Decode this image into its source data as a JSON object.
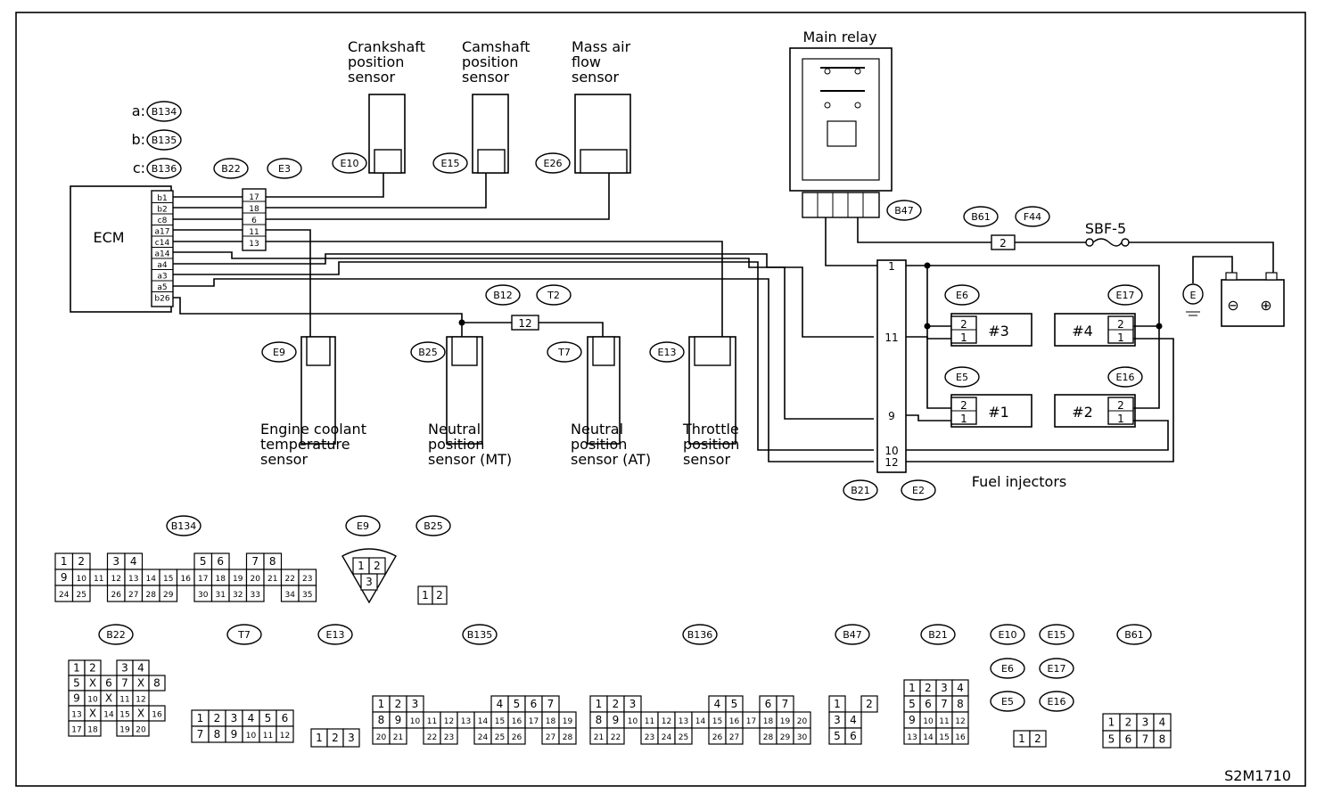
{
  "diagram_id": "S2M1710",
  "ecm": {
    "label": "ECM",
    "key": [
      "a:",
      "b:",
      "c:"
    ],
    "key_refs": [
      "B134",
      "B135",
      "B136"
    ],
    "pins": [
      "b1",
      "b2",
      "c8",
      "a17",
      "c14",
      "a14",
      "a4",
      "a3",
      "a5",
      "b26"
    ]
  },
  "connectors_top": [
    "B22",
    "E3"
  ],
  "relay_box_pins": [
    "17",
    "18",
    "6",
    "11",
    "13"
  ],
  "sensors": {
    "crankshaft": {
      "label": [
        "Crankshaft",
        "position",
        "sensor"
      ],
      "conn": "E10"
    },
    "camshaft": {
      "label": [
        "Camshaft",
        "position",
        "sensor"
      ],
      "conn": "E15"
    },
    "maf": {
      "label": [
        "Mass air",
        "flow",
        "sensor"
      ],
      "conn": "E26"
    },
    "ect": {
      "label": [
        "Engine coolant",
        "temperature",
        "sensor"
      ],
      "conn": "E9"
    },
    "np_mt": {
      "label": [
        "Neutral",
        "position",
        "sensor (MT)"
      ],
      "conn": "B25"
    },
    "np_at": {
      "label": [
        "Neutral",
        "position",
        "sensor (AT)"
      ],
      "conn": "T7"
    },
    "tps": {
      "label": [
        "Throttle",
        "position",
        "sensor"
      ],
      "conn": "E13"
    }
  },
  "mid_connectors": [
    "B12",
    "T2"
  ],
  "mid_connector_pin": "12",
  "main_relay": {
    "label": "Main relay",
    "conn": "B47"
  },
  "power": {
    "conns": [
      "B61",
      "F44"
    ],
    "pin": "2",
    "fuse": "SBF-5"
  },
  "battery": {
    "ground": "E",
    "minus": "⊖",
    "plus": "⊕"
  },
  "injectors": {
    "label": "Fuel injectors",
    "items": [
      {
        "name": "#3",
        "conn": "E6"
      },
      {
        "name": "#4",
        "conn": "E17"
      },
      {
        "name": "#1",
        "conn": "E5"
      },
      {
        "name": "#2",
        "conn": "E16"
      }
    ],
    "pin_top": "2",
    "pin_bottom": "1"
  },
  "joint": {
    "conns": [
      "B21",
      "E2"
    ],
    "pins": [
      "1",
      "11",
      "9",
      "10",
      "12"
    ]
  },
  "legend_row1": [
    "B134",
    "E9",
    "B25"
  ],
  "legend_row2": [
    "B22",
    "T7",
    "E13",
    "B135",
    "B136",
    "B47",
    "B21",
    "E10",
    "E15",
    "E6",
    "E17",
    "E5",
    "E16",
    "B61"
  ],
  "conn_b134": {
    "rows": [
      [
        "1",
        "2",
        "",
        "3",
        "4",
        "",
        "",
        "",
        "5",
        "6",
        "",
        "7",
        "8"
      ],
      [
        "9",
        "10",
        "11",
        "12",
        "13",
        "14",
        "15",
        "16",
        "17",
        "18",
        "19",
        "20",
        "21",
        "22",
        "23"
      ],
      [
        "24",
        "25",
        "",
        "26",
        "27",
        "28",
        "29",
        "",
        "30",
        "31",
        "32",
        "33",
        "",
        "34",
        "35"
      ]
    ]
  },
  "conn_e9": [
    "1",
    "2",
    "3"
  ],
  "conn_b25": [
    "1",
    "2"
  ],
  "conn_b22": {
    "rows": [
      [
        "1",
        "2",
        "",
        "3",
        "4"
      ],
      [
        "5",
        "X",
        "6",
        "7",
        "X",
        "8"
      ],
      [
        "9",
        "10",
        "X",
        "11",
        "12"
      ],
      [
        "13",
        "X",
        "14",
        "15",
        "X",
        "16"
      ],
      [
        "17",
        "18",
        "",
        "19",
        "20"
      ]
    ]
  },
  "conn_t7": {
    "rows": [
      [
        "1",
        "2",
        "3",
        "4",
        "5",
        "6"
      ],
      [
        "7",
        "8",
        "9",
        "10",
        "11",
        "12"
      ]
    ]
  },
  "conn_e13": [
    "1",
    "2",
    "3"
  ],
  "conn_b135": {
    "rows": [
      [
        "1",
        "2",
        "3",
        "",
        "",
        "",
        "",
        "4",
        "5",
        "6",
        "7"
      ],
      [
        "8",
        "9",
        "10",
        "11",
        "12",
        "13",
        "14",
        "15",
        "16",
        "17",
        "18",
        "19"
      ],
      [
        "20",
        "21",
        "",
        "22",
        "23",
        "",
        "24",
        "25",
        "26",
        "",
        "27",
        "28"
      ]
    ]
  },
  "conn_b136": {
    "rows": [
      [
        "1",
        "2",
        "3",
        "",
        "",
        "",
        "",
        "4",
        "5",
        "",
        "6",
        "7"
      ],
      [
        "8",
        "9",
        "10",
        "11",
        "12",
        "13",
        "14",
        "15",
        "16",
        "17",
        "18",
        "19",
        "20"
      ],
      [
        "21",
        "22",
        "",
        "23",
        "24",
        "25",
        "",
        "26",
        "27",
        "",
        "28",
        "29",
        "30"
      ]
    ]
  },
  "conn_b47": {
    "rows": [
      [
        "1",
        "",
        "2"
      ],
      [
        "3",
        "4"
      ],
      [
        "5",
        "6"
      ]
    ]
  },
  "conn_b21": {
    "rows": [
      [
        "1",
        "2",
        "3",
        "4"
      ],
      [
        "5",
        "6",
        "7",
        "8"
      ],
      [
        "9",
        "10",
        "11",
        "12"
      ],
      [
        "13",
        "14",
        "15",
        "16"
      ]
    ]
  },
  "conn_e10": [
    "1",
    "2"
  ],
  "conn_b61": {
    "rows": [
      [
        "1",
        "2",
        "3",
        "4"
      ],
      [
        "5",
        "6",
        "7",
        "8"
      ]
    ]
  }
}
